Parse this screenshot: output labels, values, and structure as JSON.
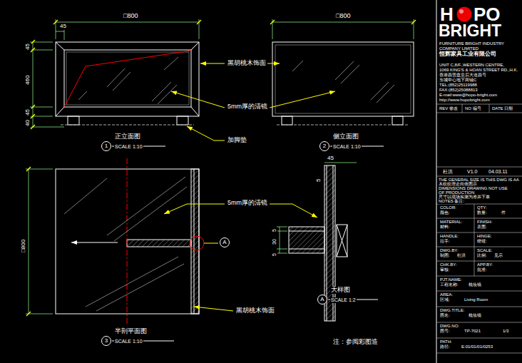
{
  "diagram": {
    "nodes": [
      {
        "text": [
          "1",
          "正立面图",
          "SCALE 1:10"
        ]
      },
      {
        "text": [
          "2",
          "侧立面图",
          "SCALE 1:10"
        ]
      },
      {
        "text": [
          "3",
          "半剖平面图",
          "SCALE 1:10"
        ]
      },
      {
        "text": [
          "A",
          "大样图",
          "SCALE 1:2"
        ]
      },
      {
        "text": [
          "A"
        ]
      }
    ],
    "labels": [
      "□800",
      "45",
      "45",
      "460",
      "45",
      "40",
      "黑胡桃木饰面",
      "5mm厚的清镜",
      "加脚垫",
      "□800",
      "□800",
      "5mm厚的清镜",
      "黑胡桃木饰面",
      "45",
      "5",
      "5",
      "30",
      "5",
      "注：参阅彩图造",
      "H",
      "PO",
      "BRIGHT",
      "FURNITURE BRIGHT INDUSTRY",
      "COMPANY LIMITED",
      "恒辉家具工业有限公司",
      "UNIT C,8/F.,WESTERN CENTRE,",
      "1069 KING'S & HOAN STREET RD.,H.K.",
      "香港西营盘皇后大道西号",
      "东城中心地下商铺C",
      "TEL:(852)25119988",
      "FAX:(852)25088813",
      "E-mail:www@hopo-bright.com",
      "http://www.hopobright.com",
      "REV 修改",
      "NO 编号",
      "DATE 日期",
      "杜洪",
      "V1.0",
      "04.03.11",
      "THE GENERAL SIZE IS THIS DWG IS AA",
      "木纹纹理走向依图示",
      "DIMENSIONS DRAWING NOT USE",
      "OF PRODUCTION",
      "尺寸以现场实测为准并下单",
      "NOTES 备注:",
      "COLOR:",
      "QTY:",
      "颜色:",
      "数量:",
      "件",
      "MATERIAL:",
      "FINISH:",
      "材料:",
      "表面:",
      "HANDLE:",
      "HINGE:",
      "拉手:",
      "绞链:",
      "DWG.BY:",
      "SCALE:",
      "制图:",
      "杜洪",
      "比例:",
      "见示",
      "CHK.BY:",
      "APP.BY:",
      "审核:",
      "批准:",
      "PJT.NAME:",
      "工程名称:",
      "梳妆镜",
      "AREA:",
      "区域:",
      "Living Room",
      "DWG.TITLE:",
      "图名:",
      "梳妆镜",
      "DWG.NO:",
      "图号:",
      "TP-7021",
      "1/3",
      "PATH:",
      "路径:",
      "E:01/01/01/0253"
    ]
  }
}
